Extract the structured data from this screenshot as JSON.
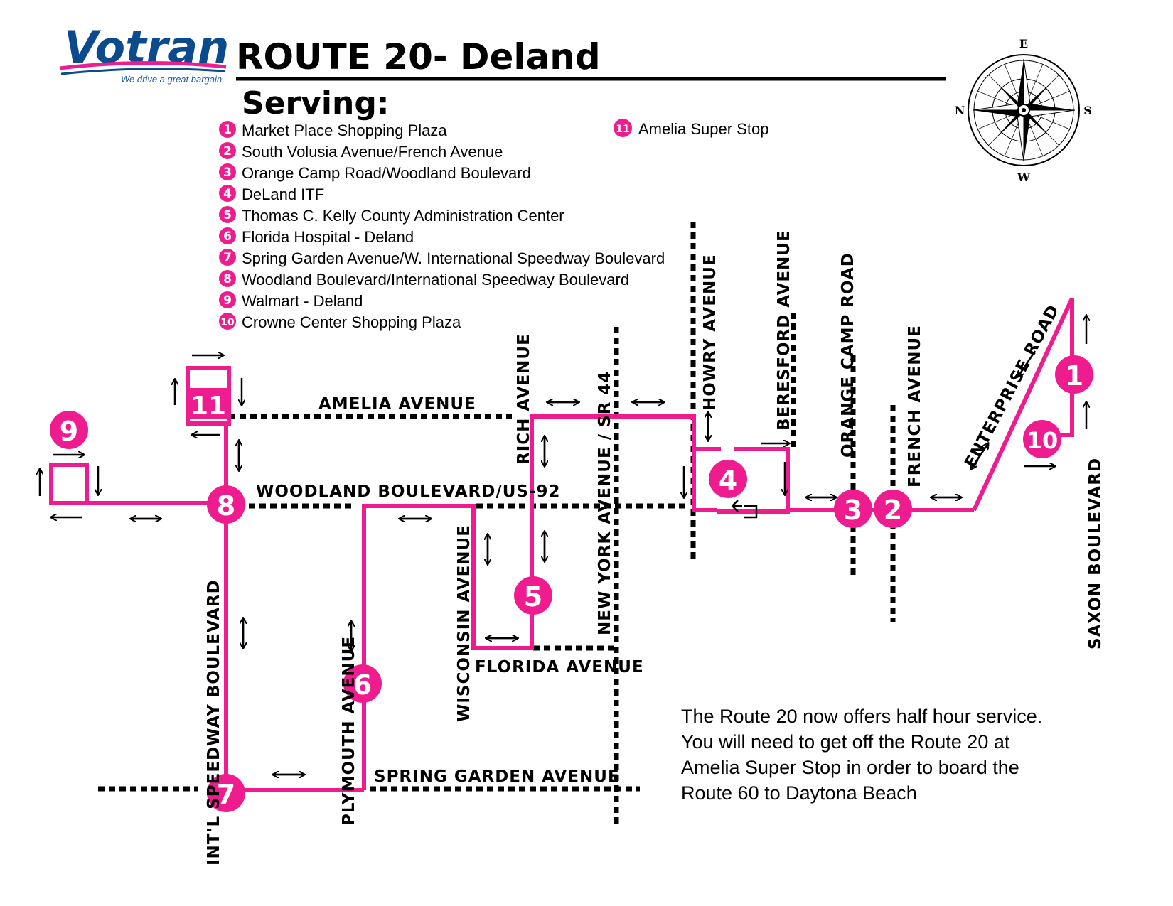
{
  "brand": {
    "logo_text": "Votran",
    "tagline": "We drive a great bargain",
    "colors": {
      "brand_blue": "#0b4a8c",
      "route_pink": "#ee1c8e",
      "street_black": "#000000"
    }
  },
  "title": "ROUTE 20- Deland",
  "serving_heading": "Serving:",
  "stops": [
    {
      "num": "1",
      "name": "Market Place Shopping Plaza"
    },
    {
      "num": "2",
      "name": "South Volusia Avenue/French Avenue"
    },
    {
      "num": "3",
      "name": "Orange Camp Road/Woodland Boulevard"
    },
    {
      "num": "4",
      "name": "DeLand ITF"
    },
    {
      "num": "5",
      "name": "Thomas C. Kelly County Administration Center"
    },
    {
      "num": "6",
      "name": "Florida Hospital - Deland"
    },
    {
      "num": "7",
      "name": "Spring Garden Avenue/W. International Speedway Boulevard"
    },
    {
      "num": "8",
      "name": "Woodland Boulevard/International Speedway Boulevard"
    },
    {
      "num": "9",
      "name": "Walmart - Deland"
    },
    {
      "num": "10",
      "name": "Crowne Center Shopping Plaza"
    },
    {
      "num": "11",
      "name": "Amelia Super Stop"
    }
  ],
  "compass": {
    "north": "N",
    "south": "S",
    "east": "E",
    "west": "W"
  },
  "streets": {
    "amelia": "AMELIA AVENUE",
    "woodland": "WOODLAND BOULEVARD/US-92",
    "florida": "FLORIDA AVENUE",
    "spring_garden": "SPRING GARDEN AVENUE",
    "intl_speedway": "INT'L   SPEEDWAY BOULEVARD",
    "plymouth": "PLYMOUTH   AVENUE",
    "wisconsin": "WISCONSIN AVENUE",
    "rich": "RICH   AVENUE",
    "new_york": "NEW YORK AVENUE  /  SR 44",
    "howry": "HOWRY AVENUE",
    "beresford": "BERESFORD AVENUE",
    "orange_camp": "ORANGE CAMP ROAD",
    "french": "FRENCH AVENUE",
    "enterprise": "ENTERPRISE ROAD",
    "saxon": "SAXON BOULEVARD"
  },
  "note": [
    "The Route 20 now offers half hour service.",
    "You will need to get off the Route 20 at",
    "Amelia Super Stop in order to board the",
    "Route 60 to Daytona Beach"
  ]
}
